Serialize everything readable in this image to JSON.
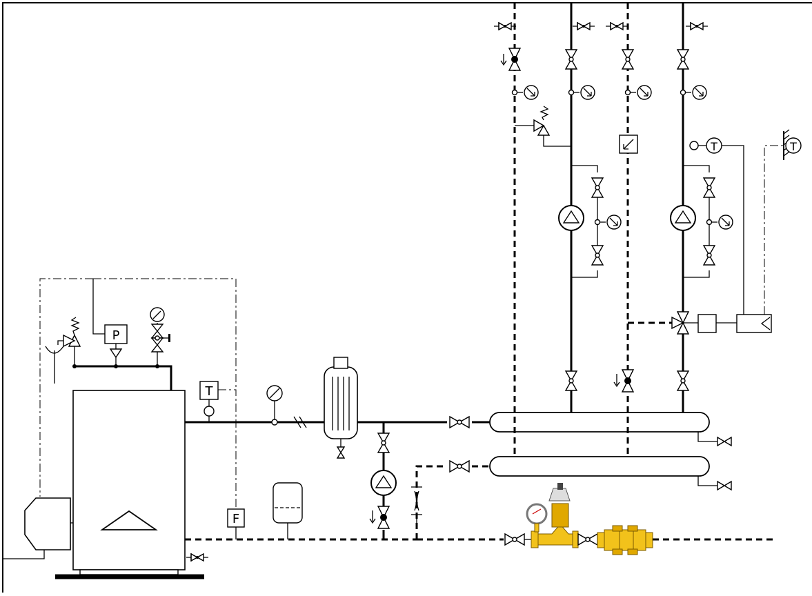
{
  "labels": {
    "pressure_switch": "P",
    "boiler_thermostat": "T",
    "flow_switch": "F",
    "zone2_thermostat": "T",
    "outdoor_sensor": "T"
  }
}
